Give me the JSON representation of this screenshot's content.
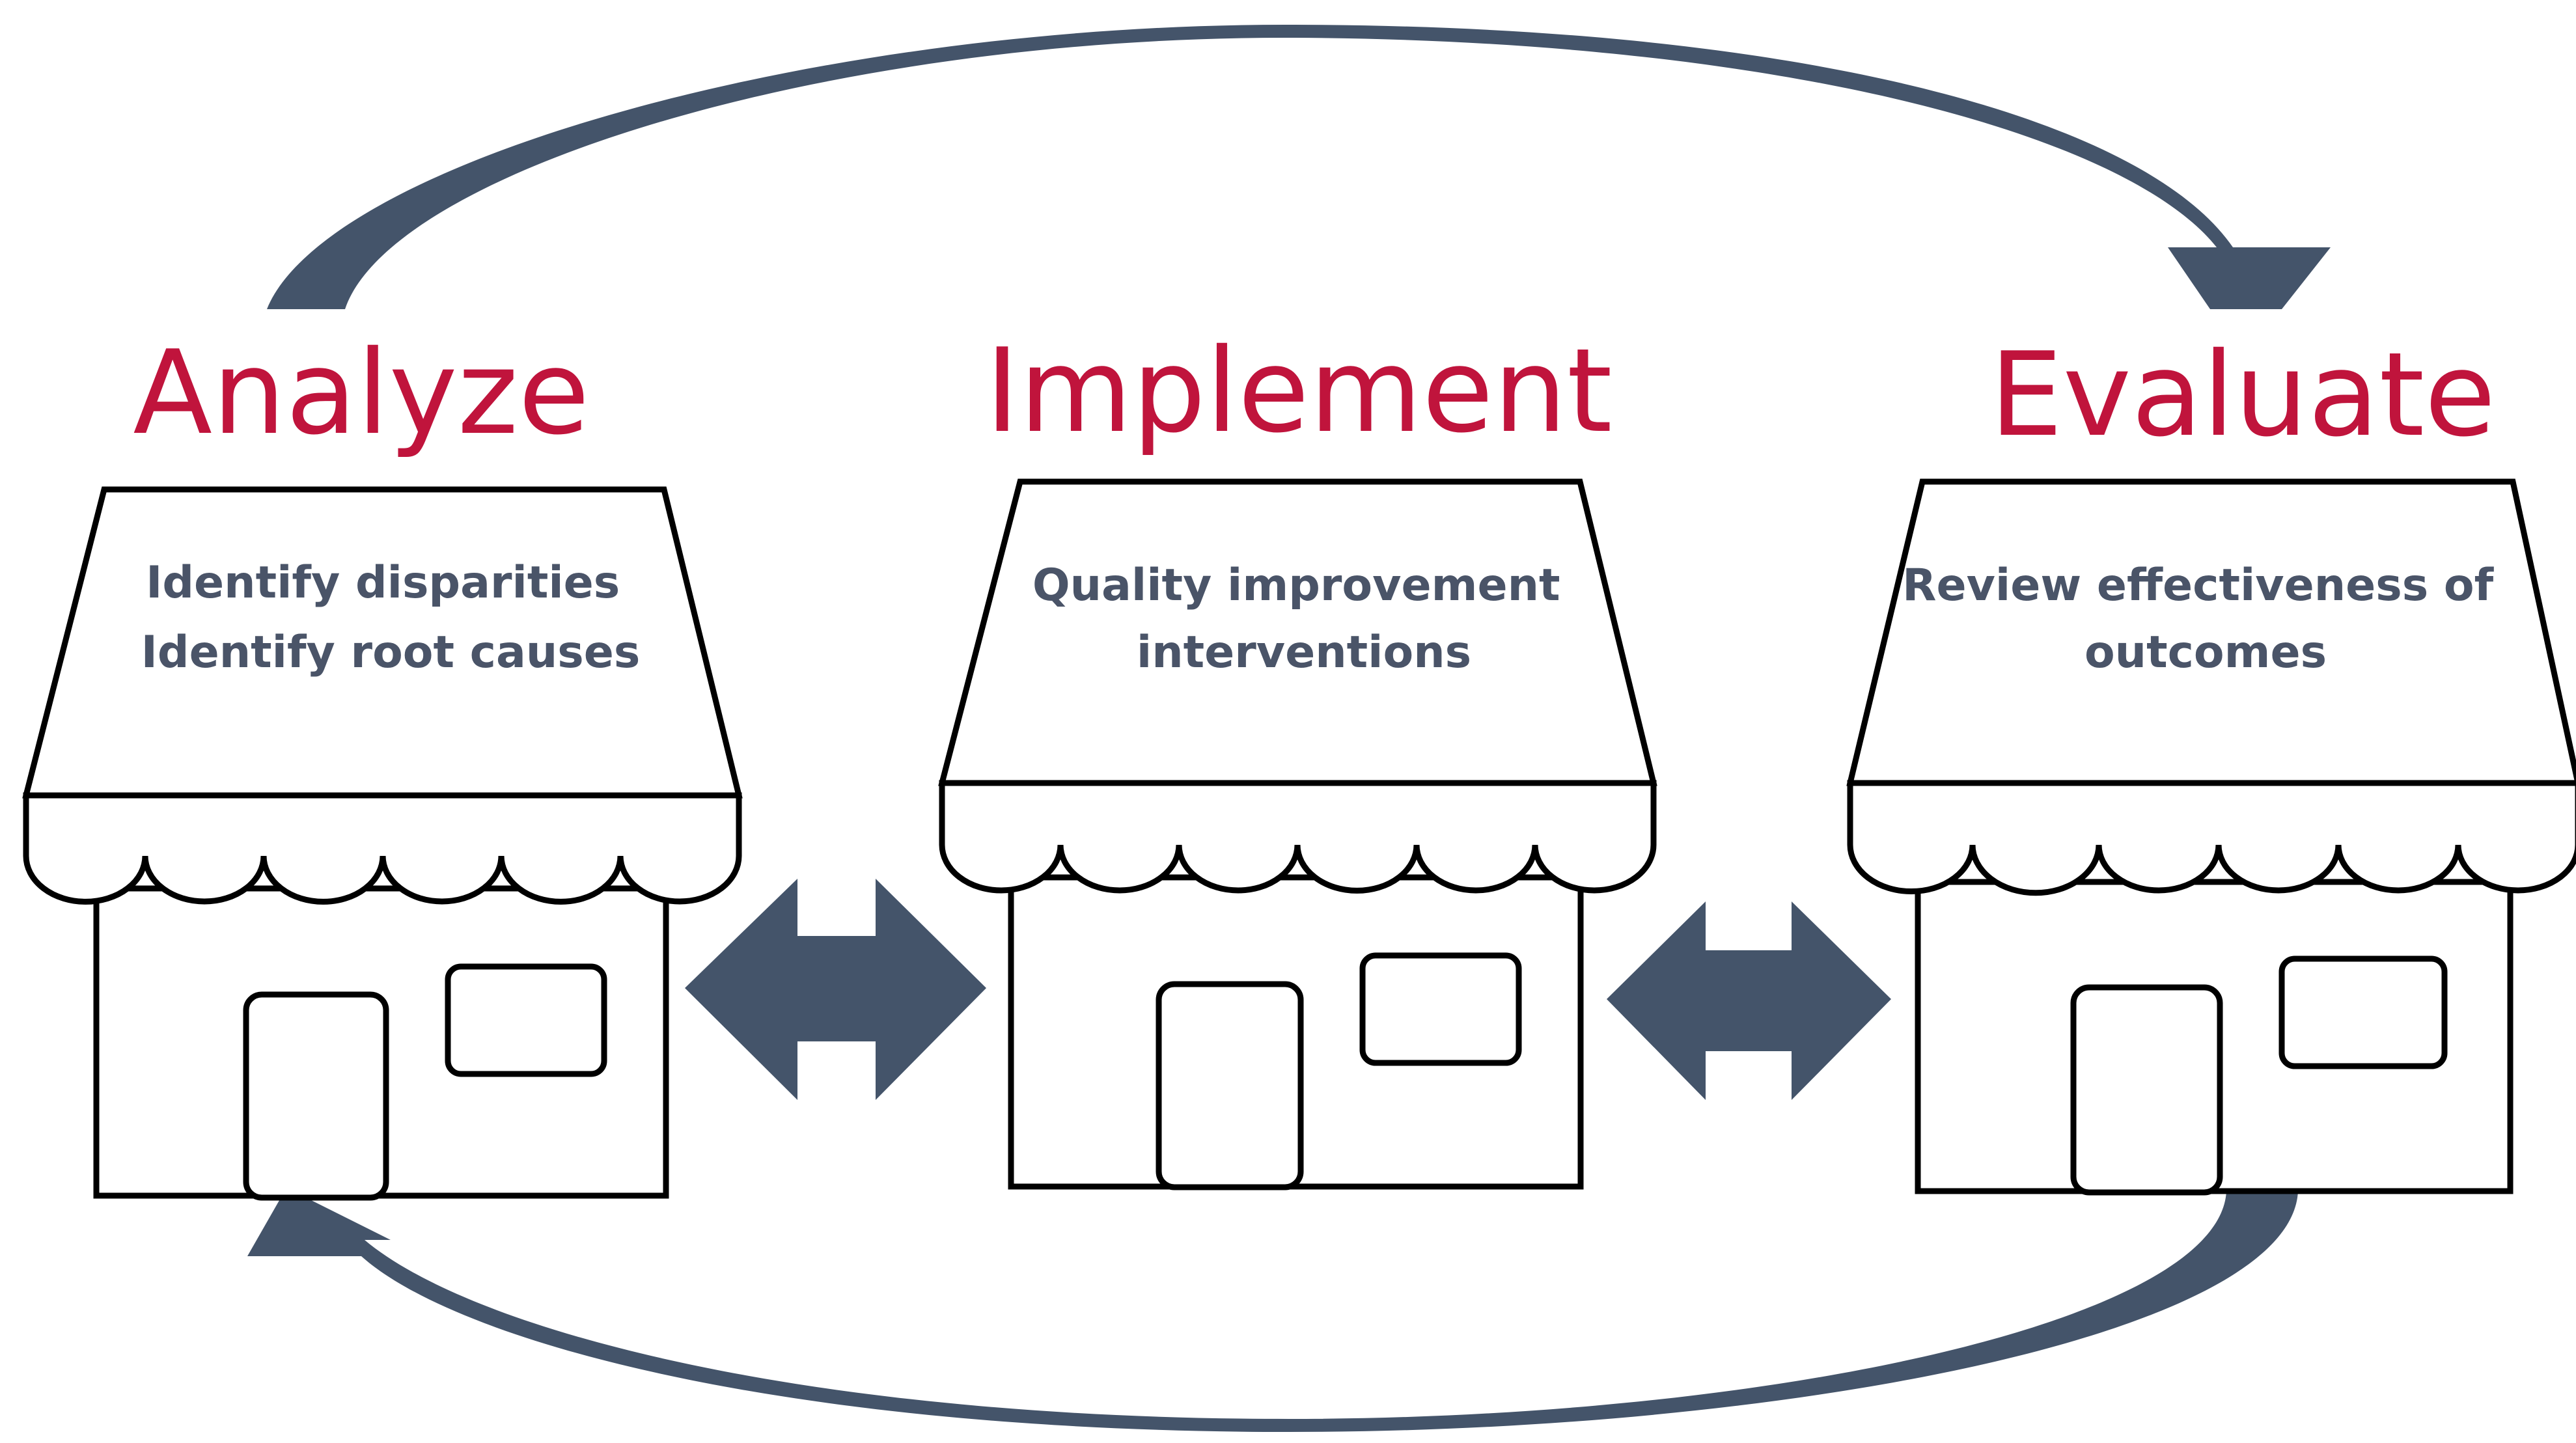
{
  "colors": {
    "title": "#c0143c",
    "awning_text": "#4a5468",
    "arrow": "#44546a",
    "outline": "#000000",
    "background": "#ffffff"
  },
  "stages": [
    {
      "title": "Analyze",
      "lines": [
        "Identify disparities",
        "Identify root causes"
      ]
    },
    {
      "title": "Implement",
      "lines": [
        "Quality improvement",
        "interventions"
      ]
    },
    {
      "title": "Evaluate",
      "lines": [
        "Review effectiveness of",
        "outcomes"
      ]
    }
  ],
  "connectors": {
    "top_cycle_icon": "curved-arrow-right-icon",
    "bottom_cycle_icon": "curved-arrow-left-icon",
    "between_icon": "double-headed-arrow-icon"
  }
}
